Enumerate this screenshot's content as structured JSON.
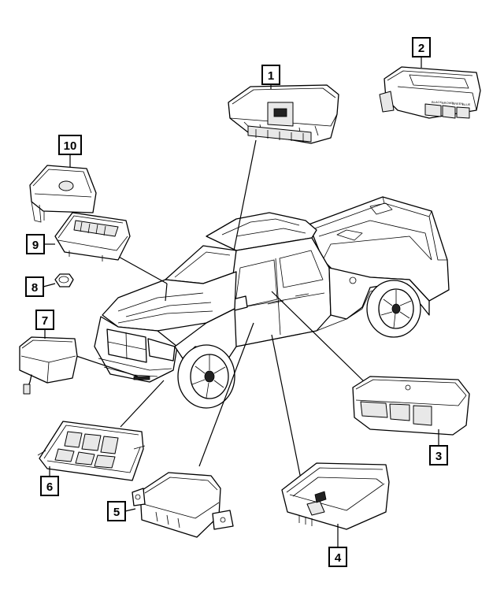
{
  "diagram": {
    "callouts": [
      {
        "id": "c1",
        "label": "1"
      },
      {
        "id": "c2",
        "label": "2"
      },
      {
        "id": "c3",
        "label": "3"
      },
      {
        "id": "c4",
        "label": "4"
      },
      {
        "id": "c5",
        "label": "5"
      },
      {
        "id": "c6",
        "label": "6"
      },
      {
        "id": "c7",
        "label": "7"
      },
      {
        "id": "c8",
        "label": "8"
      },
      {
        "id": "c9",
        "label": "9"
      },
      {
        "id": "c10",
        "label": "10"
      }
    ],
    "module2_connector_labels": [
      "BLACK",
      "BROWN",
      "GREEN",
      "BLUE"
    ]
  }
}
